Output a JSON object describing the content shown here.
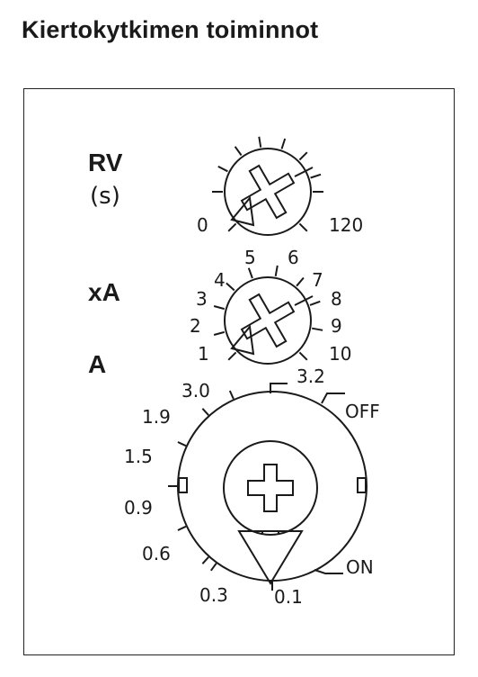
{
  "header": {
    "title": "Kiertokytkimen toiminnot"
  },
  "labels": {
    "rv": "RV",
    "rv_unit": "(s)",
    "xa": "xA",
    "a": "A"
  },
  "rv_dial": {
    "min": "0",
    "max": "120"
  },
  "xa_dial": {
    "scale": [
      "1",
      "2",
      "3",
      "4",
      "5",
      "6",
      "7",
      "8",
      "9",
      "10"
    ]
  },
  "a_dial": {
    "scale": [
      "0.1",
      "0.3",
      "0.6",
      "0.9",
      "1.5",
      "1.9",
      "3.0",
      "3.2"
    ],
    "off_label": "OFF",
    "on_label": "ON"
  }
}
